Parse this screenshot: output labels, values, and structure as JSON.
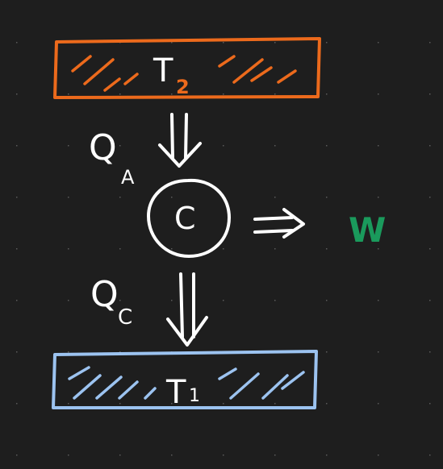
{
  "colors": {
    "background": "#1e1e1e",
    "grid_dot": "#5a5a5a",
    "hot_reservoir": "#ec6a1c",
    "cold_reservoir": "#9cc3f0",
    "engine": "#ffffff",
    "heat_arrows": "#ffffff",
    "work": "#1a9a5c"
  },
  "hot_reservoir": {
    "label_main": "T",
    "label_sub": "2"
  },
  "cold_reservoir": {
    "label_main": "T",
    "label_sub": "1"
  },
  "engine": {
    "label": "C"
  },
  "heat_in": {
    "label_main": "Q",
    "label_sub": "A"
  },
  "heat_out": {
    "label_main": "Q",
    "label_sub": "C"
  },
  "work": {
    "label": "W"
  }
}
